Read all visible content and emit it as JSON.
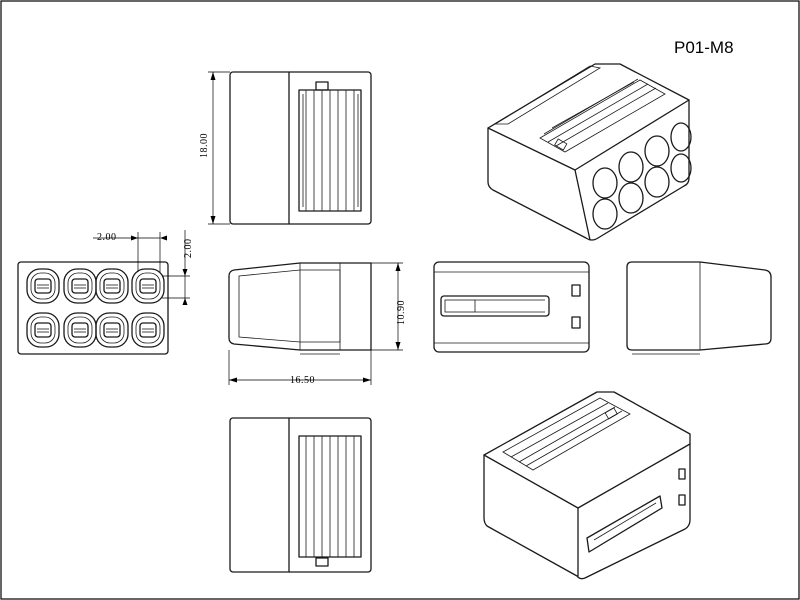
{
  "title": "P01-M8",
  "dimensions": {
    "height": "18.00",
    "pitch_horizontal": "2.00",
    "pitch_vertical": "2.00",
    "depth": "10.90",
    "length": "16.50"
  }
}
